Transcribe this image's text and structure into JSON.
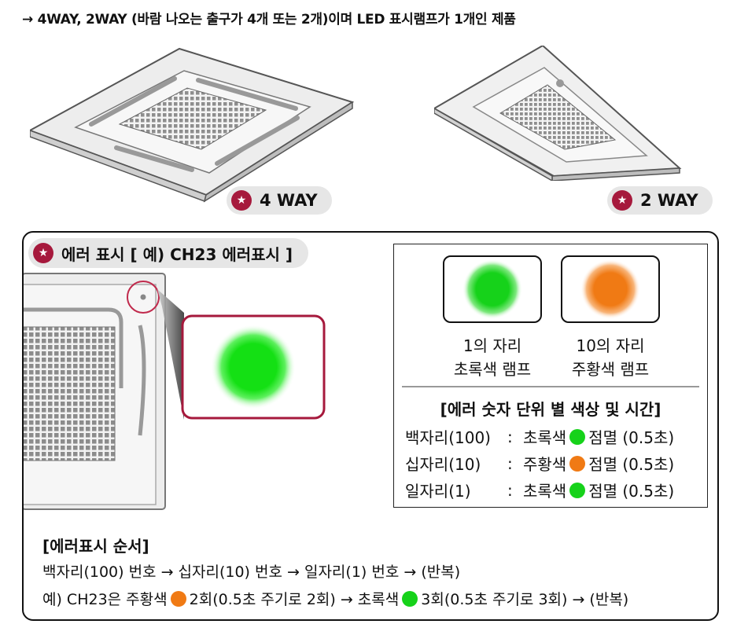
{
  "header": {
    "line": "→ 4WAY, 2WAY (바람 나오는 출구가 4개 또는 2개)이며 LED 표시램프가 1개인 제품"
  },
  "units": [
    {
      "badge_label": "4 WAY",
      "badge_icon": "star-icon"
    },
    {
      "badge_label": "2 WAY",
      "badge_icon": "star-icon"
    }
  ],
  "error_display": {
    "badge_label": "에러 표시 [ 예) CH23 에러표시 ]",
    "badge_icon": "star-icon"
  },
  "lamps": [
    {
      "caption_line1": "1의 자리",
      "caption_line2": "초록색 램프",
      "color": "#16d21a"
    },
    {
      "caption_line1": "10의 자리",
      "caption_line2": "주황색 램프",
      "color": "#f07a14"
    }
  ],
  "unit_colors": {
    "title": "[에러 숫자 단위 별 색상 및 시간]",
    "rows": [
      {
        "name": "백자리(100)",
        "colon": ":",
        "color_name": "초록색",
        "color": "#16d21a",
        "action": "점멸 (0.5초)"
      },
      {
        "name": "십자리(10)",
        "colon": ":",
        "color_name": "주황색",
        "color": "#f07a14",
        "action": "점멸 (0.5초)"
      },
      {
        "name": "일자리(1)",
        "colon": ":",
        "color_name": "초록색",
        "color": "#16d21a",
        "action": "점멸 (0.5초)"
      }
    ]
  },
  "sequence": {
    "title": "[에러표시 순서]",
    "line1": "백자리(100) 번호 → 십자리(10) 번호 → 일자리(1) 번호 → (반복)",
    "example": {
      "prefix": "예) CH23은 주황색",
      "part2": "2회(0.5초 주기로 2회) → 초록색",
      "part3": "3회(0.5초 주기로 3회) → (반복)"
    }
  },
  "colors": {
    "accent": "#a6193c",
    "green_lamp": "#16d21a",
    "orange_lamp": "#f07a14"
  }
}
